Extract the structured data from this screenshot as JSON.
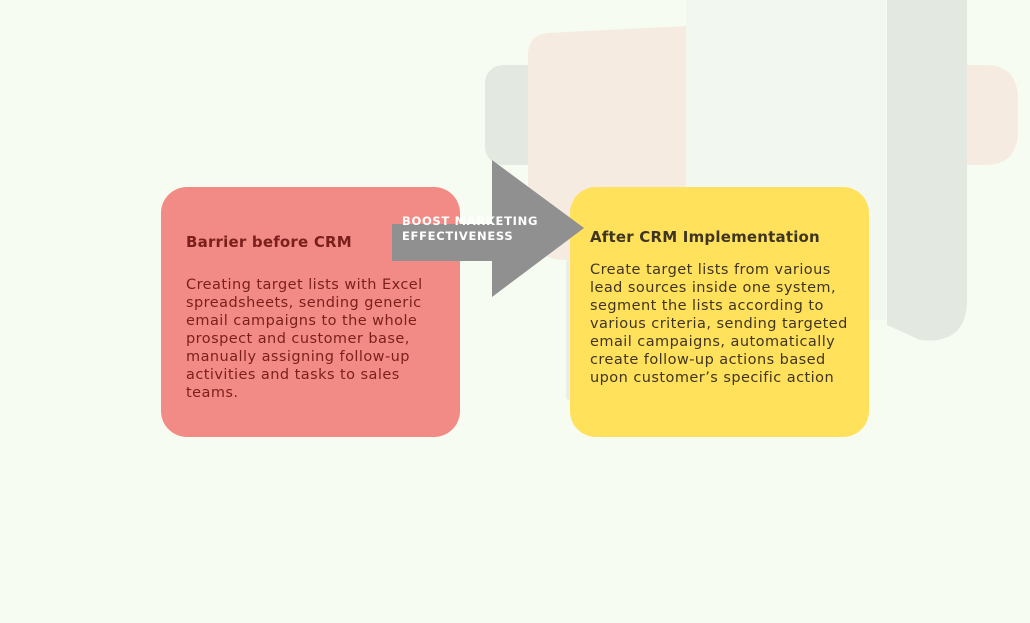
{
  "colors": {
    "background": "#f6fcf2",
    "barrier_card": "#f28b85",
    "after_card": "#ffe15c",
    "arrow": "#909090"
  },
  "background_icon": "megaphone-icon",
  "arrow": {
    "label": "BOOST MARKETING EFFECTIVENESS"
  },
  "barrier": {
    "title": "Barrier before CRM",
    "body": "Creating target lists with Excel spreadsheets, sending generic email campaigns to the whole prospect and customer base, manually assigning follow-up activities and tasks to sales teams."
  },
  "after": {
    "title": "After CRM Implementation",
    "body": "Create target lists from various lead sources inside one system, segment the lists according to various criteria, sending targeted email campaigns, automatically create follow-up actions based upon customer’s specific action"
  }
}
